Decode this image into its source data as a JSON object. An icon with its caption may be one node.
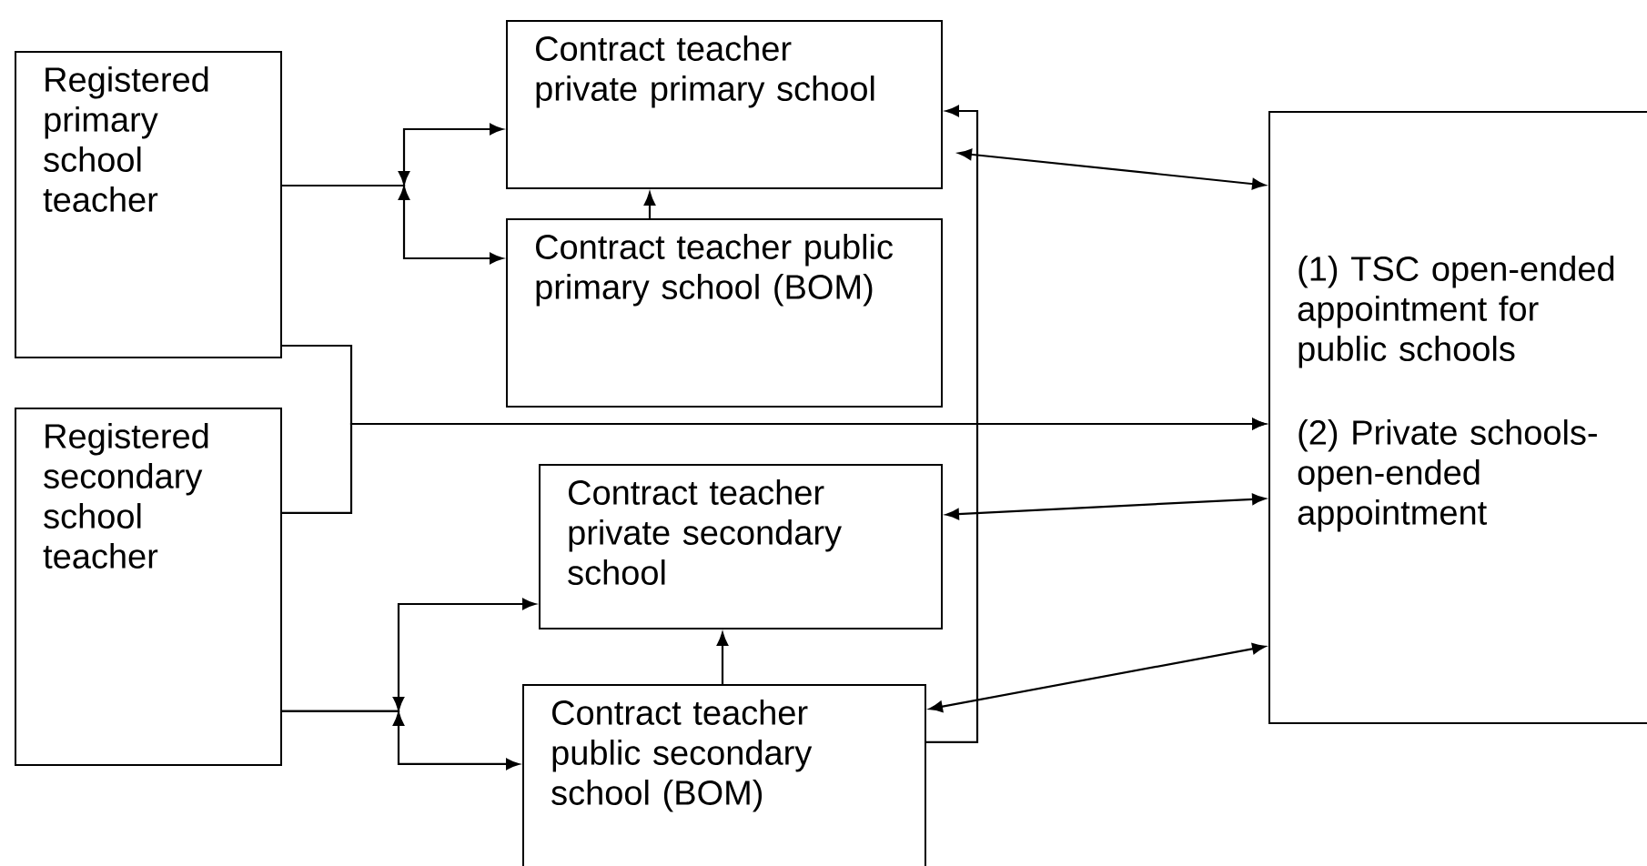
{
  "diagram": {
    "nodes": [
      {
        "text": [
          "Registered primary school teacher"
        ]
      },
      {
        "text": [
          "Contract teacher private primary school"
        ]
      },
      {
        "text": [
          "Contract teacher public primary school (BOM)"
        ]
      },
      {
        "text": [
          "Registered secondary school teacher"
        ]
      },
      {
        "text": [
          "Contract teacher private secondary school"
        ]
      },
      {
        "text": [
          "Contract teacher public secondary school (BOM)"
        ]
      },
      {
        "text": [
          "(1) TSC open-ended appointment for public schools",
          "(2) Private schools- open-ended appointment"
        ]
      }
    ],
    "edges": [
      {
        "from": 0,
        "to": 1,
        "arrow": "to"
      },
      {
        "from": 0,
        "to": 2,
        "arrow": "to"
      },
      {
        "from": 0,
        "to": 6,
        "arrow": "to"
      },
      {
        "from": 3,
        "to": 6,
        "arrow": "to"
      },
      {
        "from": 3,
        "to": 4,
        "arrow": "to"
      },
      {
        "from": 3,
        "to": 5,
        "arrow": "to"
      },
      {
        "from": 2,
        "to": 1,
        "arrow": "to"
      },
      {
        "from": 5,
        "to": 4,
        "arrow": "to"
      },
      {
        "from": 5,
        "to": 1,
        "arrow": "to"
      },
      {
        "from": 1,
        "to": 6,
        "arrow": "both"
      },
      {
        "from": 4,
        "to": 6,
        "arrow": "both"
      },
      {
        "from": 5,
        "to": 6,
        "arrow": "both"
      }
    ]
  }
}
